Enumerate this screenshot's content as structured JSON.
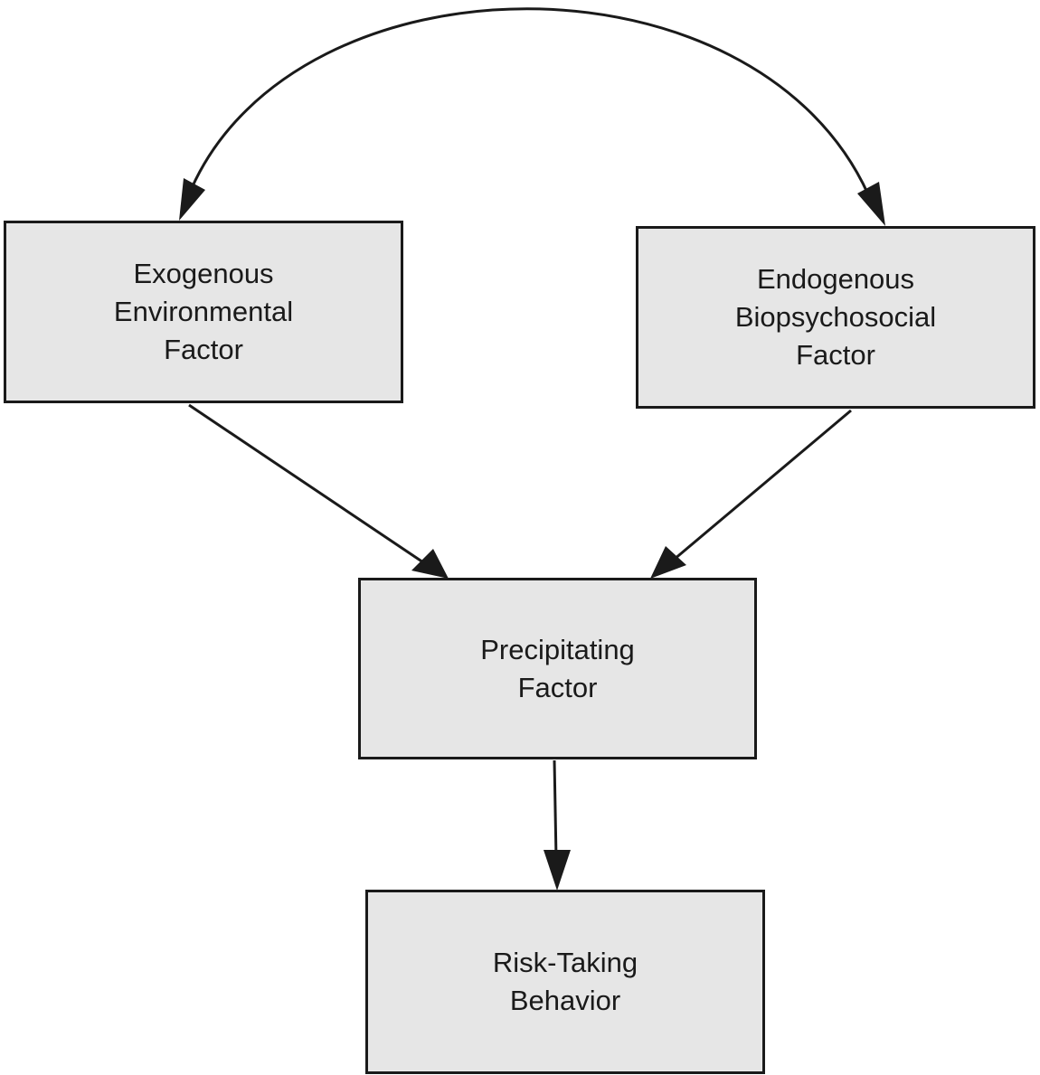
{
  "nodes": {
    "exogenous": {
      "label": "Exogenous\nEnvironmental\nFactor"
    },
    "endogenous": {
      "label": "Endogenous\nBiopsychosocial\nFactor"
    },
    "precipitating": {
      "label": "Precipitating\nFactor"
    },
    "risk_taking": {
      "label": "Risk-Taking\nBehavior"
    }
  },
  "edges": [
    {
      "from": "exogenous",
      "to": "endogenous",
      "style": "curved",
      "bidirectional": true
    },
    {
      "from": "exogenous",
      "to": "precipitating",
      "style": "straight"
    },
    {
      "from": "endogenous",
      "to": "precipitating",
      "style": "straight"
    },
    {
      "from": "precipitating",
      "to": "risk_taking",
      "style": "straight"
    }
  ],
  "colors": {
    "box_fill": "#e6e6e6",
    "stroke": "#1a1a1a"
  }
}
